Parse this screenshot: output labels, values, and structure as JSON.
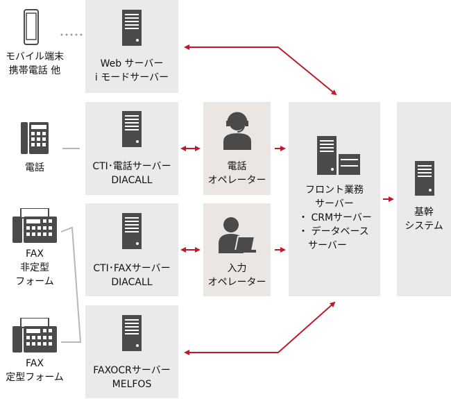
{
  "devices": {
    "mobile": [
      "モバイル端末",
      "携帯電話 他"
    ],
    "phone": [
      "電話"
    ],
    "fax_free": [
      "FAX",
      "非定型",
      "フォーム"
    ],
    "fax_fixed": [
      "FAX",
      "定型フォーム"
    ]
  },
  "servers": {
    "web": [
      "Web サーバー",
      "i モードサーバー"
    ],
    "cti_phone": [
      "CTI･電話サーバー",
      "DIACALL"
    ],
    "cti_fax": [
      "CTI･FAXサーバー",
      "DIACALL"
    ],
    "faxocr": [
      "FAXOCRサーバー",
      "MELFOS"
    ]
  },
  "operators": {
    "phone": [
      "電話",
      "オペレーター"
    ],
    "input": [
      "入力",
      "オペレーター"
    ]
  },
  "front": [
    "フロント業務",
    "サーバー",
    "・ CRMサーバー",
    "・ データベース",
    "　サーバー"
  ],
  "core": [
    "基幹",
    "システム"
  ],
  "colors": {
    "box": "#e9eaec",
    "operator_box": "#ebe6e2",
    "arrow": "#c0192a",
    "icon": "#4a4a4a",
    "connector": "#b5b7ba"
  }
}
